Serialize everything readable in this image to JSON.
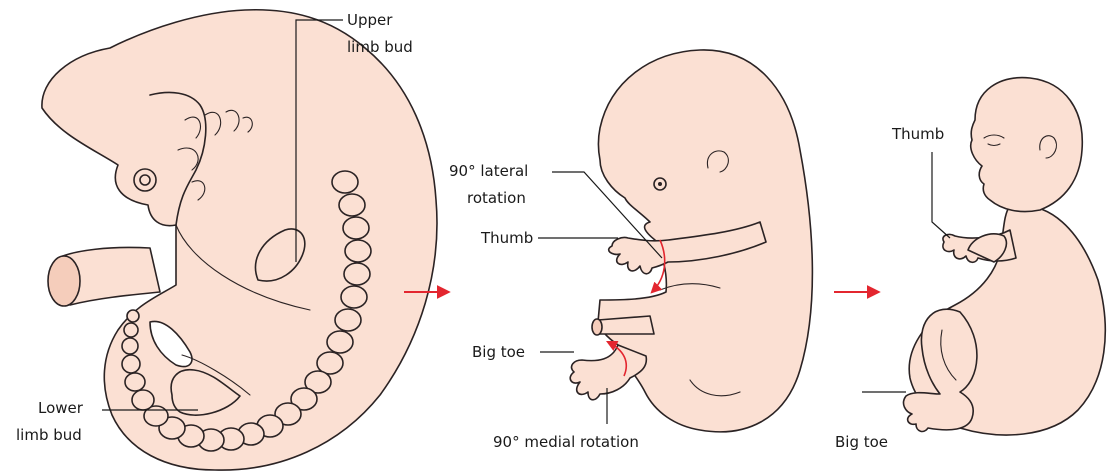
{
  "colors": {
    "skin": "#fbe0d3",
    "skin_shadow": "#f5cdbb",
    "outline": "#2b2324",
    "arrow_red": "#e3262f",
    "text": "#1a1a1a"
  },
  "stage1": {
    "upper_limb_bud_line1": "Upper",
    "upper_limb_bud_line2": "limb bud",
    "lower_limb_bud_line1": "Lower",
    "lower_limb_bud_line2": "limb bud"
  },
  "stage2": {
    "lateral_rotation_line1": "90° lateral",
    "lateral_rotation_line2": "rotation",
    "thumb": "Thumb",
    "big_toe": "Big toe",
    "medial_rotation": "90° medial rotation"
  },
  "stage3": {
    "thumb": "Thumb",
    "big_toe": "Big toe"
  },
  "icons": {
    "progression_arrow": "right-arrow-icon",
    "rotation_arrow": "curved-arrow-icon"
  }
}
